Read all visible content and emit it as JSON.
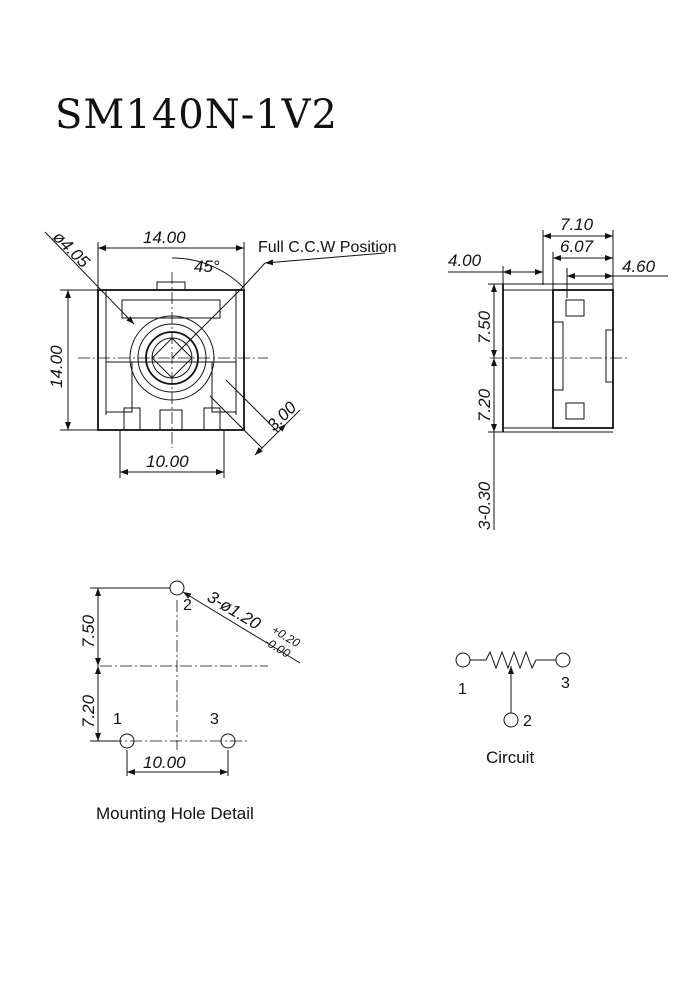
{
  "title": "SM140N-1V2",
  "front_view": {
    "width_dim": "14.00",
    "height_dim": "14.00",
    "pin_pitch_dim": "10.00",
    "diameter_dim": "ø4.05",
    "angle_dim": "45°",
    "pin_dim": "3.00",
    "position_note": "Full C.C.W Position"
  },
  "side_view": {
    "dim_total": "7.10",
    "dim_body": "6.07",
    "dim_left": "4.00",
    "dim_right": "4.60",
    "dim_upper": "7.50",
    "dim_lower": "7.20",
    "dim_pin": "3-0.30"
  },
  "mounting": {
    "caption": "Mounting Hole Detail",
    "dim_upper": "7.50",
    "dim_lower": "7.20",
    "dim_pitch": "10.00",
    "hole_callout": "3-ø1.20",
    "tol_plus": "+0.20",
    "tol_minus": "-0.00",
    "pin1": "1",
    "pin2": "2",
    "pin3": "3"
  },
  "circuit": {
    "caption": "Circuit",
    "pin1": "1",
    "pin2": "2",
    "pin3": "3"
  }
}
